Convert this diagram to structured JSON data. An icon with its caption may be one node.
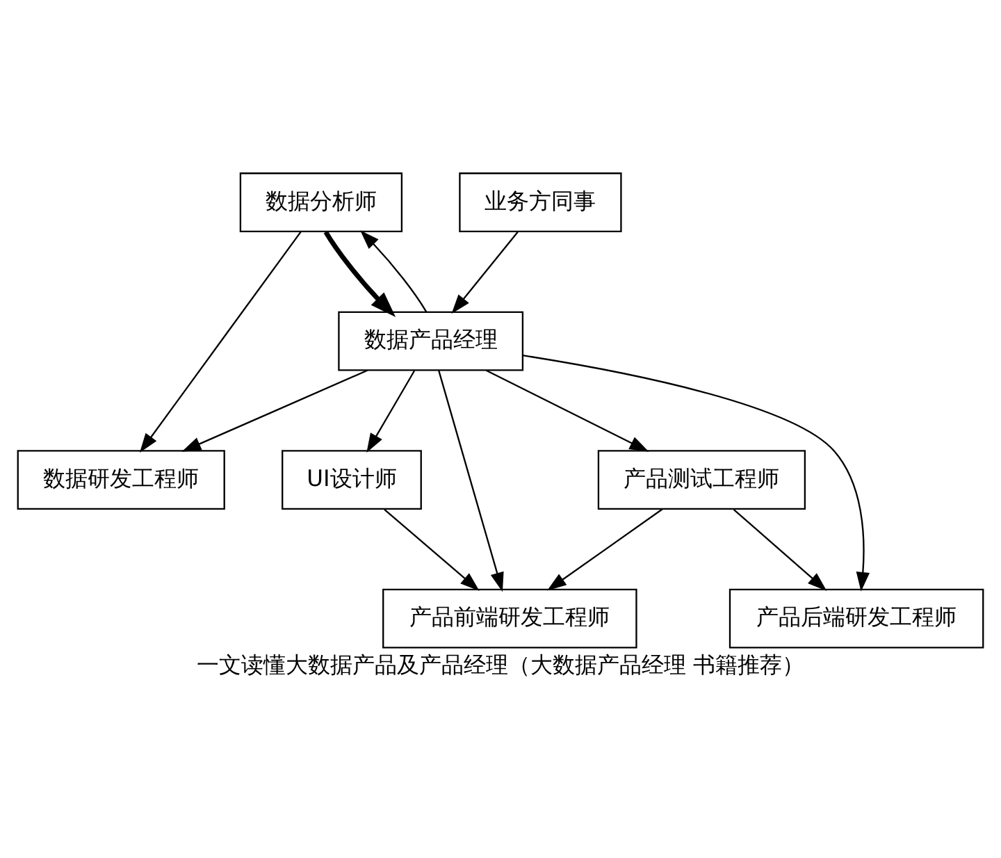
{
  "diagram": {
    "caption": "一文读懂大数据产品及产品经理（大数据产品经理 书籍推荐）",
    "nodes": [
      {
        "text": [
          "数据分析师"
        ]
      },
      {
        "text": [
          "业务方同事"
        ]
      },
      {
        "text": [
          "数据研发工程师"
        ]
      },
      {
        "text": [
          "数据产品经理"
        ]
      },
      {
        "text": [
          "UI设计师"
        ]
      },
      {
        "text": [
          "产品后端研发工程师"
        ]
      },
      {
        "text": [
          "产品前端研发工程师"
        ]
      },
      {
        "text": [
          "产品测试工程师"
        ]
      }
    ],
    "edges": [
      {
        "from": 0,
        "to": 2,
        "arrow": "to"
      },
      {
        "from": 0,
        "to": 3,
        "arrow": "to",
        "style": "thick"
      },
      {
        "from": 3,
        "to": 0,
        "arrow": "to"
      },
      {
        "from": 1,
        "to": 3,
        "arrow": "to"
      },
      {
        "from": 3,
        "to": 2,
        "arrow": "to"
      },
      {
        "from": 3,
        "to": 4,
        "arrow": "to"
      },
      {
        "from": 4,
        "to": 6,
        "arrow": "to"
      },
      {
        "from": 3,
        "to": 5,
        "arrow": "to"
      },
      {
        "from": 3,
        "to": 6,
        "arrow": "to"
      },
      {
        "from": 3,
        "to": 7,
        "arrow": "to"
      },
      {
        "from": 7,
        "to": 5,
        "arrow": "to"
      },
      {
        "from": 7,
        "to": 6,
        "arrow": "to"
      }
    ]
  }
}
